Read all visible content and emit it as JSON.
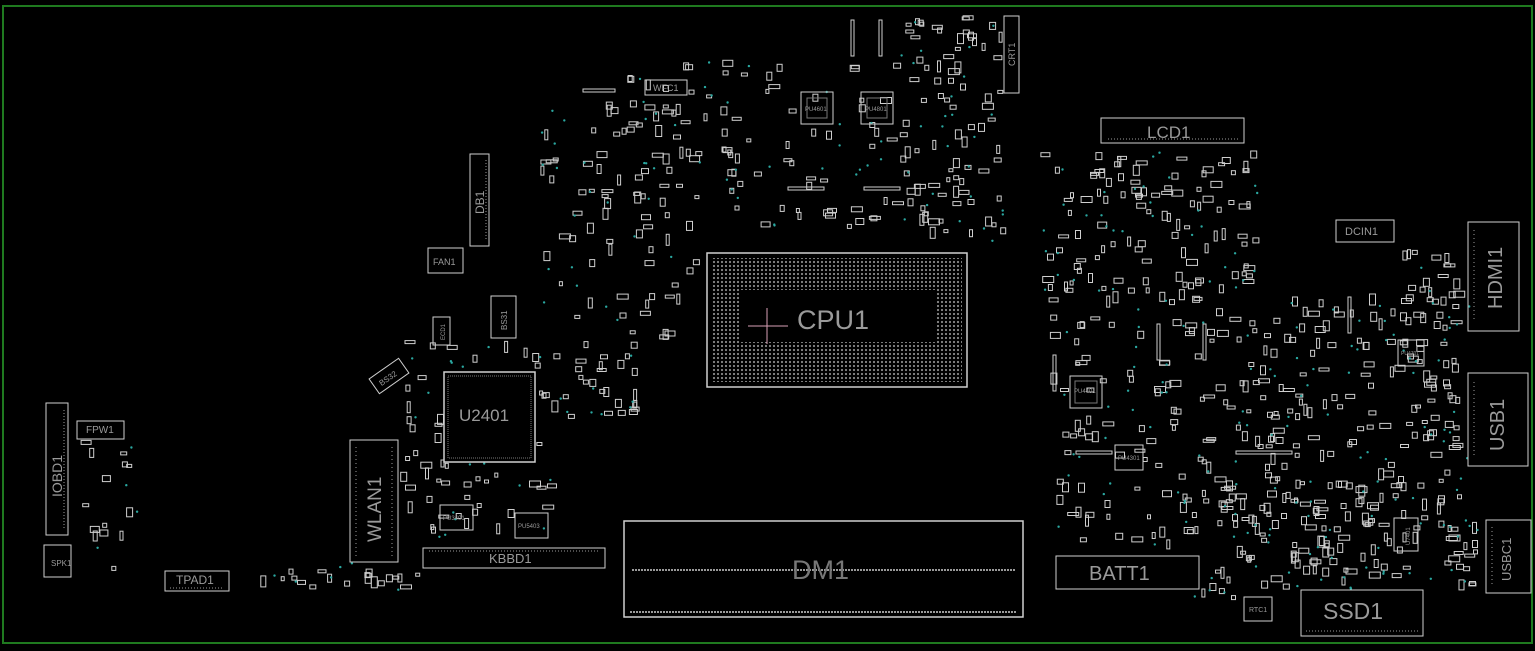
{
  "board": {
    "outline_color": "#1f7a1f",
    "background": "#000000",
    "part_color": "#cfcfcf",
    "label_color": "#9a9a9a",
    "via_color": "#2aa7a0",
    "pin1_marker_color": "#d7a0b6"
  },
  "components": {
    "cpu": "CPU1",
    "memory": "DM1",
    "lcd": "LCD1",
    "battery": "BATT1",
    "ssd": "SSD1",
    "hdmi": "HDMI1",
    "usb_a": "USB1",
    "usb_c": "USBC1",
    "dc_in": "DCIN1",
    "wlan": "WLAN1",
    "ec": "U2401",
    "keyboard": "KBBD1",
    "io_board": "IOBD1",
    "fan": "FAN1",
    "debug": "DB1",
    "touchpad": "TPAD1",
    "speaker": "SPK1",
    "rtc": "RTC1",
    "wfc": "WFC1",
    "fpw": "FPW1",
    "crt": "CRT1",
    "bios1": "BS31",
    "bios2": "BS32",
    "ecd": "ECD1",
    "pu4601": "PU4601",
    "pu4801": "PU4801",
    "pu4401": "PU4401",
    "pu4301": "PU4301",
    "pu3401": "PU3401",
    "pu5403": "PU5403",
    "u7401": "U7401",
    "pu4701": "PU4701"
  }
}
